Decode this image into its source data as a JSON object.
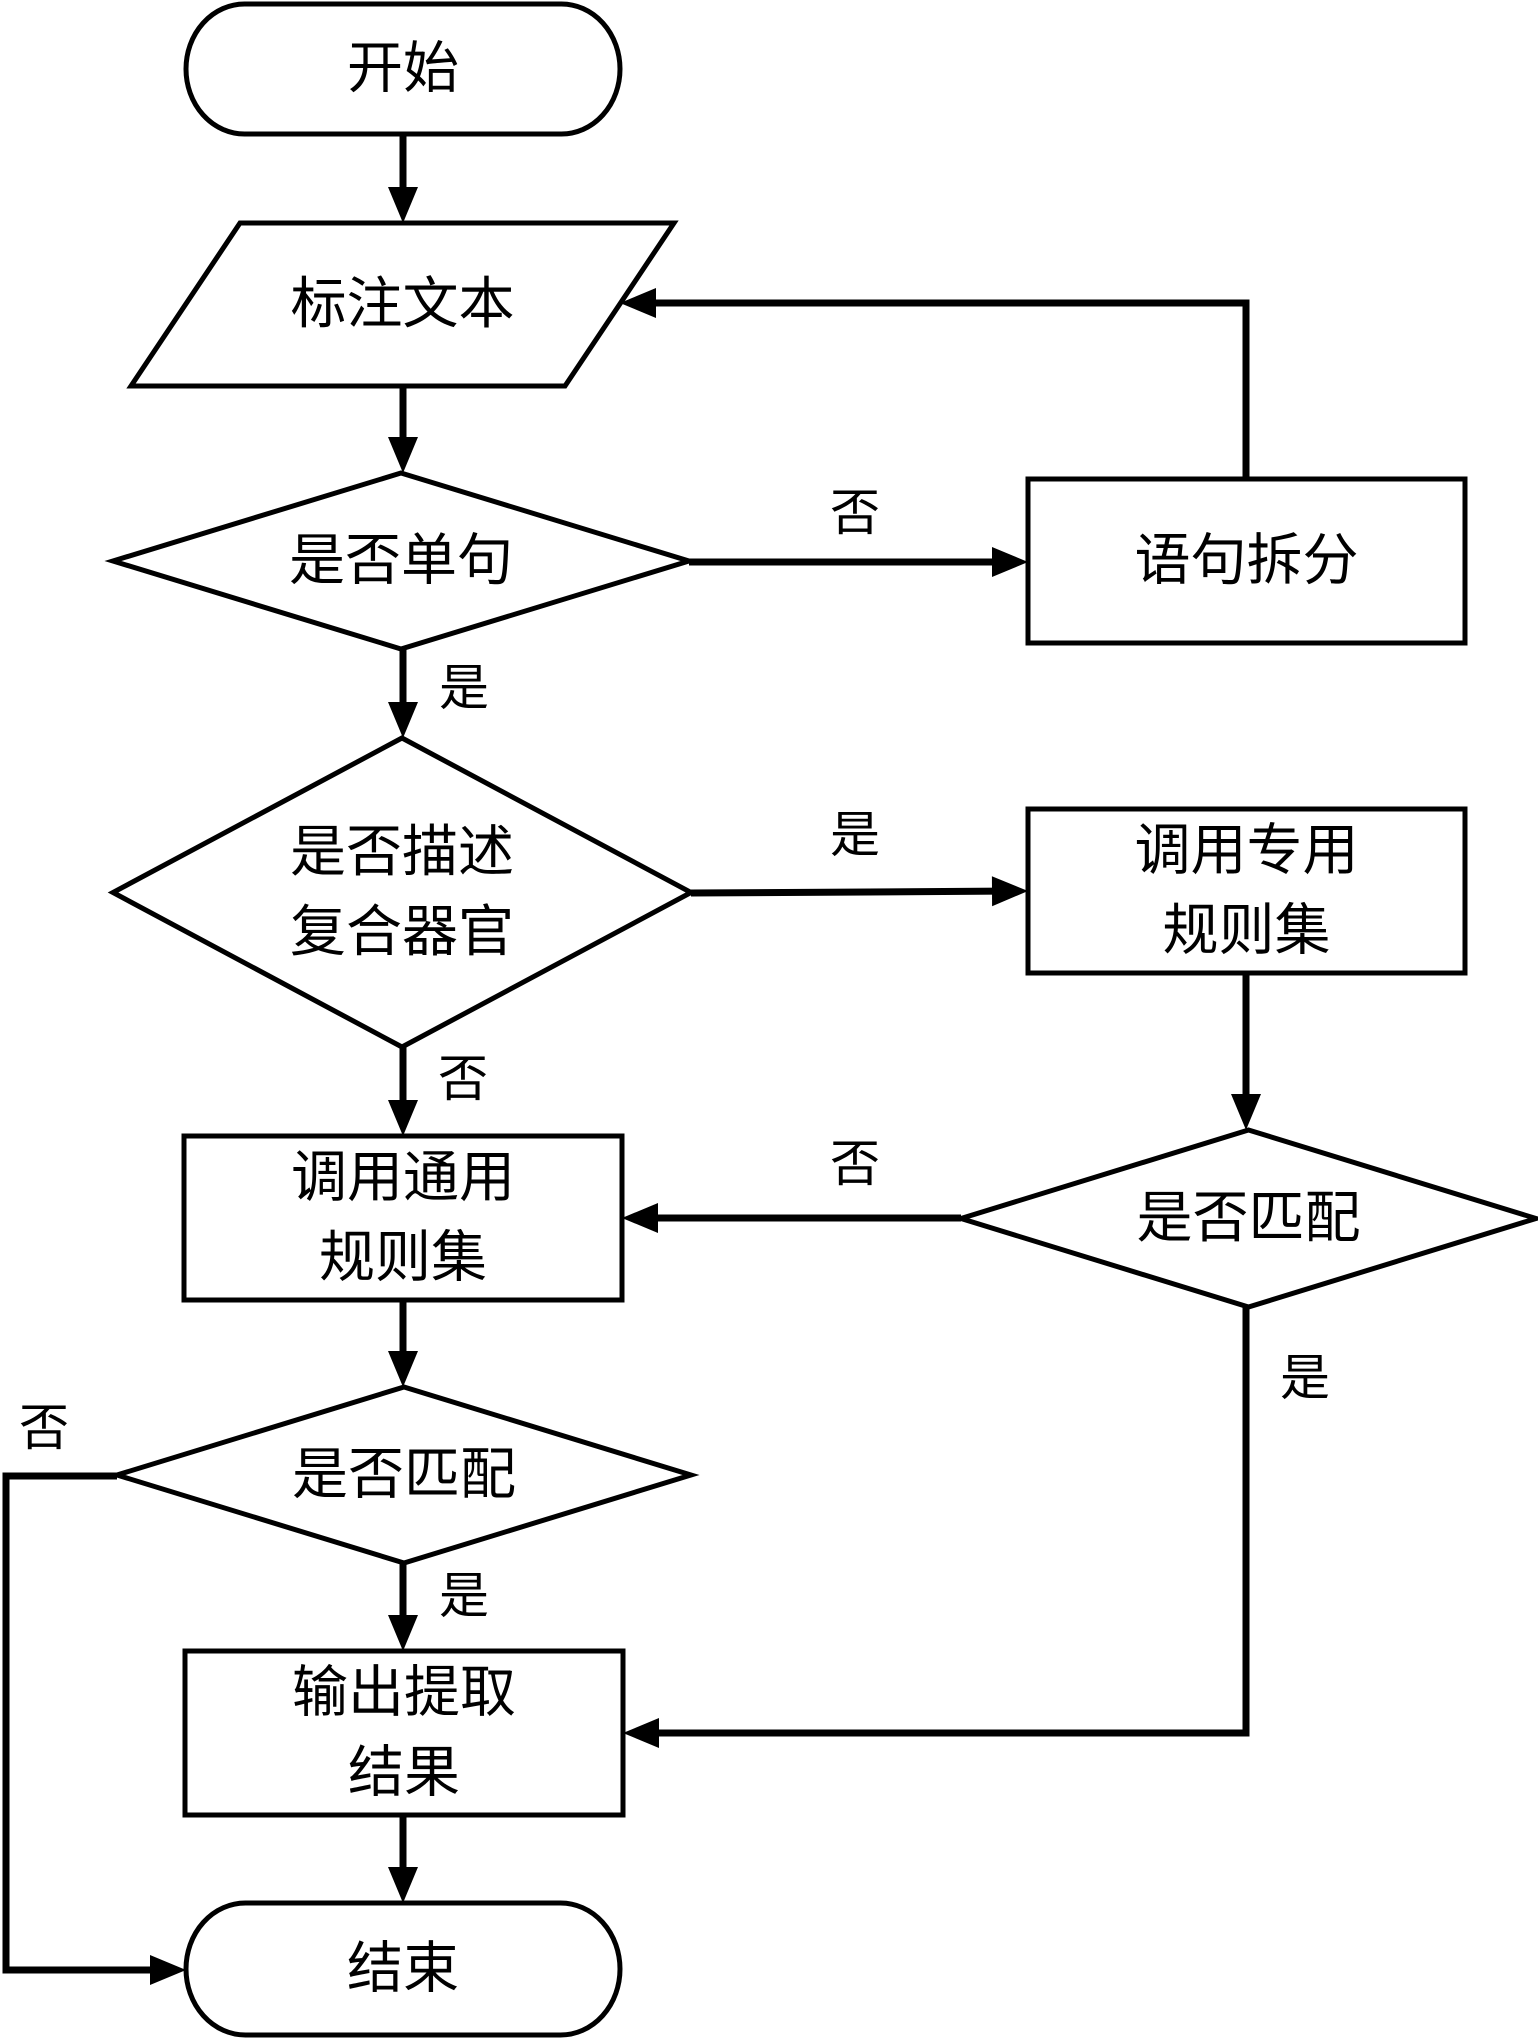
{
  "diagram": {
    "type": "flowchart",
    "nodes": {
      "start": {
        "kind": "terminator",
        "lines": [
          "开始"
        ]
      },
      "annotate_text": {
        "kind": "io",
        "lines": [
          "标注文本"
        ]
      },
      "is_single_sentence": {
        "kind": "decision",
        "lines": [
          "是否单句"
        ]
      },
      "sentence_split": {
        "kind": "process",
        "lines": [
          "语句拆分"
        ]
      },
      "describes_compound_organ": {
        "kind": "decision",
        "lines": [
          "是否描述",
          "复合器官"
        ]
      },
      "use_special_rules": {
        "kind": "process",
        "lines": [
          "调用专用",
          "规则集"
        ]
      },
      "use_general_rules": {
        "kind": "process",
        "lines": [
          "调用通用",
          "规则集"
        ]
      },
      "special_match": {
        "kind": "decision",
        "lines": [
          "是否匹配"
        ]
      },
      "general_match": {
        "kind": "decision",
        "lines": [
          "是否匹配"
        ]
      },
      "output_result": {
        "kind": "process",
        "lines": [
          "输出提取",
          "结果"
        ]
      },
      "end": {
        "kind": "terminator",
        "lines": [
          "结束"
        ]
      }
    },
    "edges": [
      {
        "from": "start",
        "to": "annotate_text",
        "label": ""
      },
      {
        "from": "annotate_text",
        "to": "is_single_sentence",
        "label": ""
      },
      {
        "from": "is_single_sentence",
        "to": "sentence_split",
        "label": "否"
      },
      {
        "from": "sentence_split",
        "to": "annotate_text",
        "label": ""
      },
      {
        "from": "is_single_sentence",
        "to": "describes_compound_organ",
        "label": "是"
      },
      {
        "from": "describes_compound_organ",
        "to": "use_special_rules",
        "label": "是"
      },
      {
        "from": "describes_compound_organ",
        "to": "use_general_rules",
        "label": "否"
      },
      {
        "from": "use_special_rules",
        "to": "special_match",
        "label": ""
      },
      {
        "from": "special_match",
        "to": "use_general_rules",
        "label": "否"
      },
      {
        "from": "special_match",
        "to": "output_result",
        "label": "是"
      },
      {
        "from": "use_general_rules",
        "to": "general_match",
        "label": ""
      },
      {
        "from": "general_match",
        "to": "output_result",
        "label": "是"
      },
      {
        "from": "general_match",
        "to": "end",
        "label": "否"
      },
      {
        "from": "output_result",
        "to": "end",
        "label": ""
      }
    ]
  }
}
